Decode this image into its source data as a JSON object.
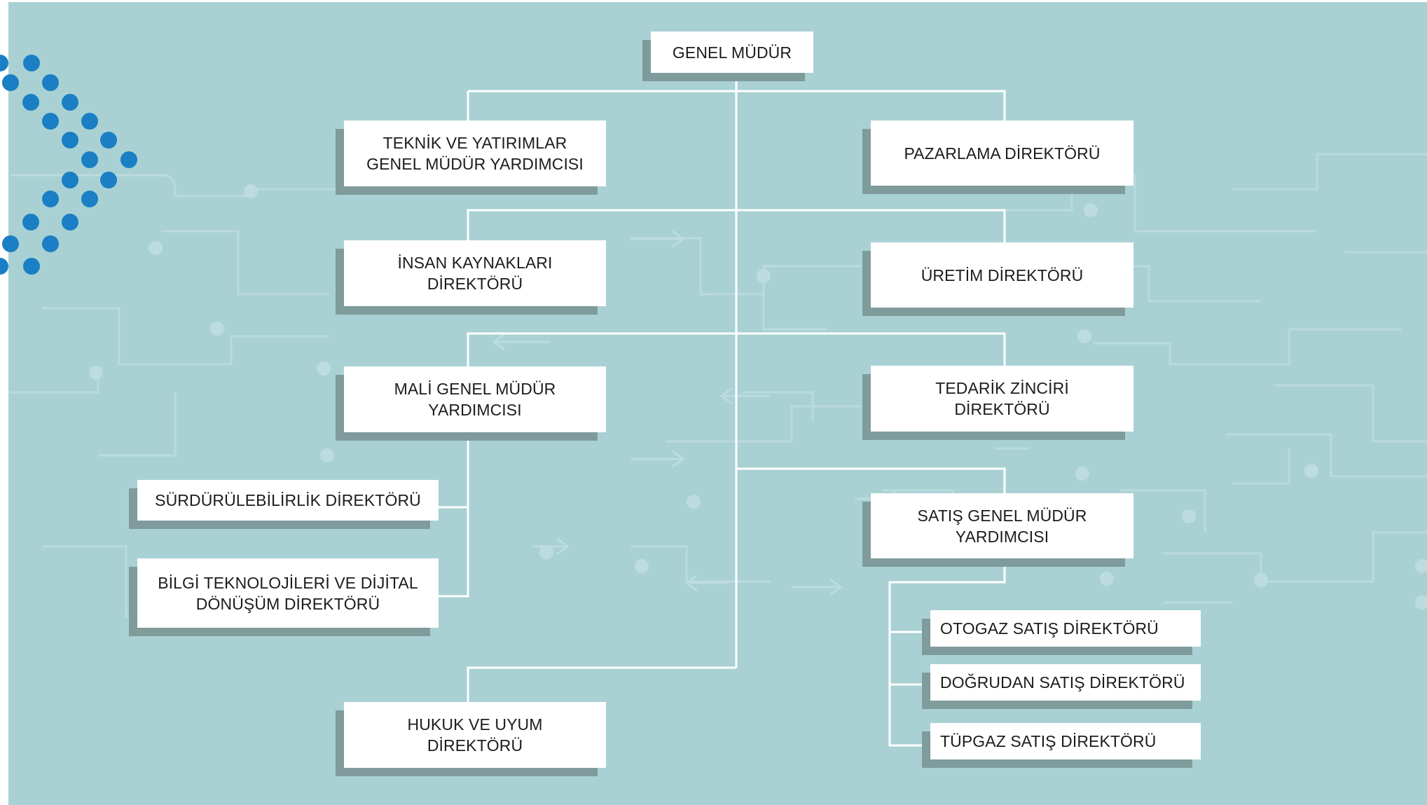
{
  "org_chart": {
    "root": {
      "label": "GENEL MÜDÜR"
    },
    "teknik": {
      "label": "TEKNİK VE YATIRIMLAR\nGENEL MÜDÜR YARDIMCISI"
    },
    "pazarlama": {
      "label": "PAZARLAMA DİREKTÖRÜ"
    },
    "insan_kaynaklari": {
      "label": "İNSAN KAYNAKLARI\nDİREKTÖRÜ"
    },
    "uretim": {
      "label": "ÜRETİM DİREKTÖRÜ"
    },
    "mali": {
      "label": "MALİ GENEL MÜDÜR\nYARDIMCISI"
    },
    "tedarik": {
      "label": "TEDARİK ZİNCİRİ\nDİREKTÖRÜ"
    },
    "surdurulebilirlik": {
      "label": "SÜRDÜRÜLEBİLİRLİK DİREKTÖRÜ"
    },
    "bilgi_teknolojileri": {
      "label": "BİLGİ TEKNOLOJİLERİ VE DİJİTAL\nDÖNÜŞÜM DİREKTÖRÜ"
    },
    "satis": {
      "label": "SATIŞ GENEL MÜDÜR\nYARDIMCISI"
    },
    "otogaz": {
      "label": "OTOGAZ SATIŞ DİREKTÖRÜ"
    },
    "dogrudan": {
      "label": "DOĞRUDAN SATIŞ DİREKTÖRÜ"
    },
    "tupgaz": {
      "label": "TÜPGAZ SATIŞ DİREKTÖRÜ"
    },
    "hukuk": {
      "label": "HUKUK VE UYUM\nDİREKTÖRÜ"
    }
  },
  "colors": {
    "background": "#a9d1d4",
    "box": "#ffffff",
    "box_shadow": "#7f9b9c",
    "connector": "#ffffff",
    "dots": "#1a7fc4",
    "circuit": "#bcdcde"
  }
}
